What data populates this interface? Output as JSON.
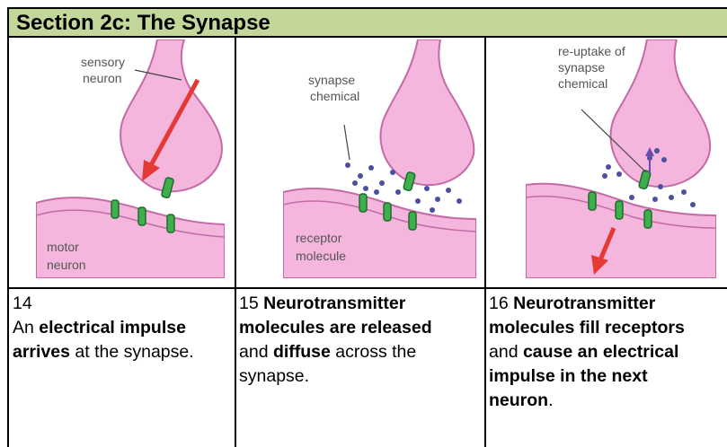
{
  "header": {
    "title": "Section 2c: The Synapse"
  },
  "panels": [
    {
      "labels": {
        "top_line1": "sensory",
        "top_line2": "neuron",
        "bottom_line1": "motor",
        "bottom_line2": "neuron"
      },
      "caption": {
        "number": "14",
        "line2_prefix": "An ",
        "line2_bold": "electrical impulse",
        "line3_bold": "arrives",
        "line3_rest": " at the synapse."
      }
    },
    {
      "labels": {
        "top_line1": "synapse",
        "top_line2": "chemical",
        "bottom_line1": "receptor",
        "bottom_line2": "molecule"
      },
      "caption": {
        "number": "15 ",
        "line1_bold": "Neurotransmitter",
        "line2_bold": "molecules are released",
        "line3_prefix": "and ",
        "line3_bold": "diffuse",
        "line3_rest": " across the",
        "line4": "synapse."
      }
    },
    {
      "labels": {
        "top_line1": "re-uptake of",
        "top_line2": "synapse",
        "top_line3": "chemical"
      },
      "caption": {
        "number": "16 ",
        "line1_bold": "Neurotransmitter",
        "line2_bold": "molecules fill receptors",
        "line3_prefix": "and ",
        "line3_bold": "cause an electrical",
        "line4_bold": "impulse in the next",
        "line5_bold": "neuron",
        "line5_rest": "."
      }
    }
  ],
  "colors": {
    "header_bg": "#c4d79b",
    "neuron_fill": "#f4b6dc",
    "neuron_stroke": "#c46aa6",
    "receptor": "#3fae4f",
    "arrow": "#e53935",
    "dots": "#4b4f9e"
  }
}
